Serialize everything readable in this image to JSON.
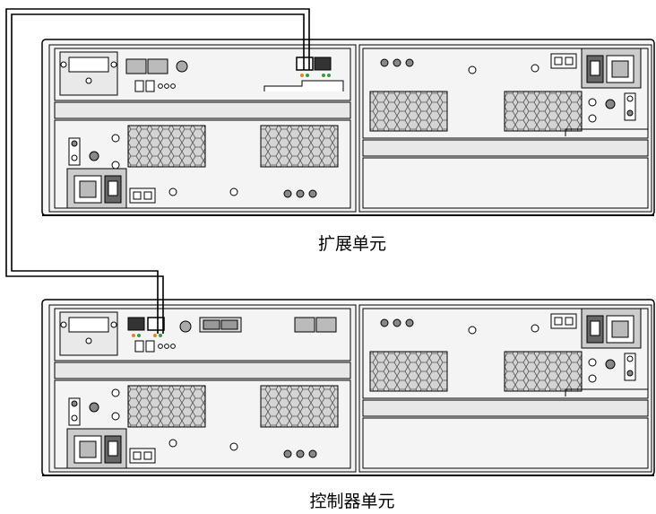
{
  "labels": {
    "expansion_unit": "扩展单元",
    "controller_unit": "控制器单元"
  },
  "colors": {
    "background": "#ffffff",
    "line": "#000000",
    "chassis": "#f4f4f4",
    "panel": "#e6e6e6",
    "vent": "#c8c8c8",
    "led_green": "#3a9a3a",
    "led_amber": "#d98a20",
    "dark": "#333333"
  },
  "units": [
    {
      "name": "expansion-unit",
      "label_key": "expansion_unit"
    },
    {
      "name": "controller-unit",
      "label_key": "controller_unit"
    }
  ]
}
